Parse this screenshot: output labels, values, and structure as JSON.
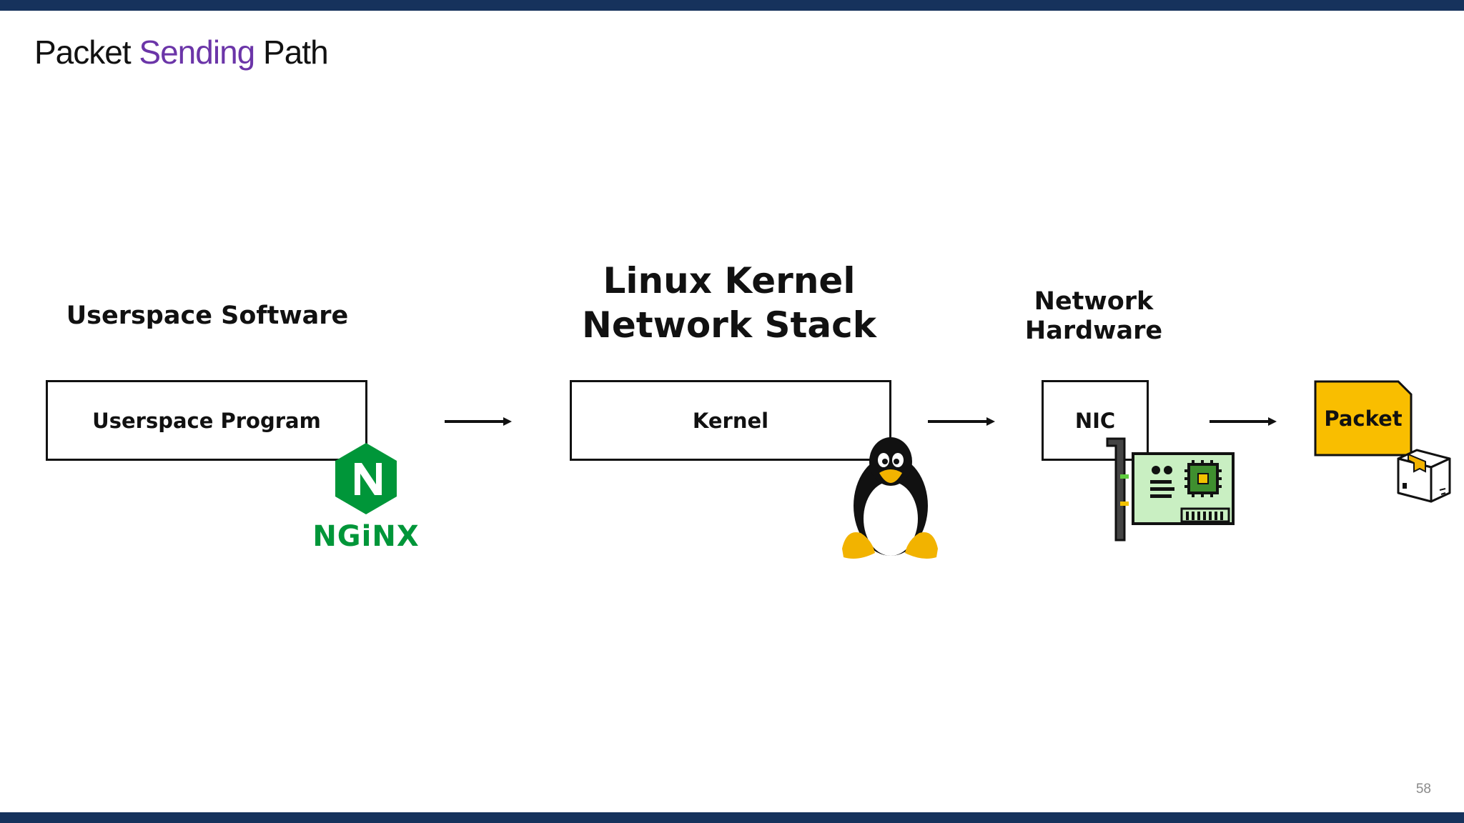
{
  "slide": {
    "title_part1": "Packet",
    "title_accent": "Sending",
    "title_part2": "Path",
    "page_number": "58"
  },
  "colors": {
    "band": "#16325c",
    "title_accent": "#6b35a8",
    "nginx_green": "#009639",
    "packet_fill": "#f9be00",
    "nic_board": "#c9efc2"
  },
  "sections": {
    "userspace": {
      "heading": "Userspace Software",
      "box_label": "Userspace Program",
      "icon": "nginx-logo",
      "logo_text": "NGiNX"
    },
    "kernel": {
      "heading_line1": "Linux Kernel",
      "heading_line2": "Network Stack",
      "box_label": "Kernel",
      "icon": "tux-penguin-icon"
    },
    "hardware": {
      "heading_line1": "Network",
      "heading_line2": "Hardware",
      "box_label": "NIC",
      "icon": "network-card-icon"
    },
    "packet": {
      "box_label": "Packet",
      "icon": "package-box-icon"
    }
  }
}
